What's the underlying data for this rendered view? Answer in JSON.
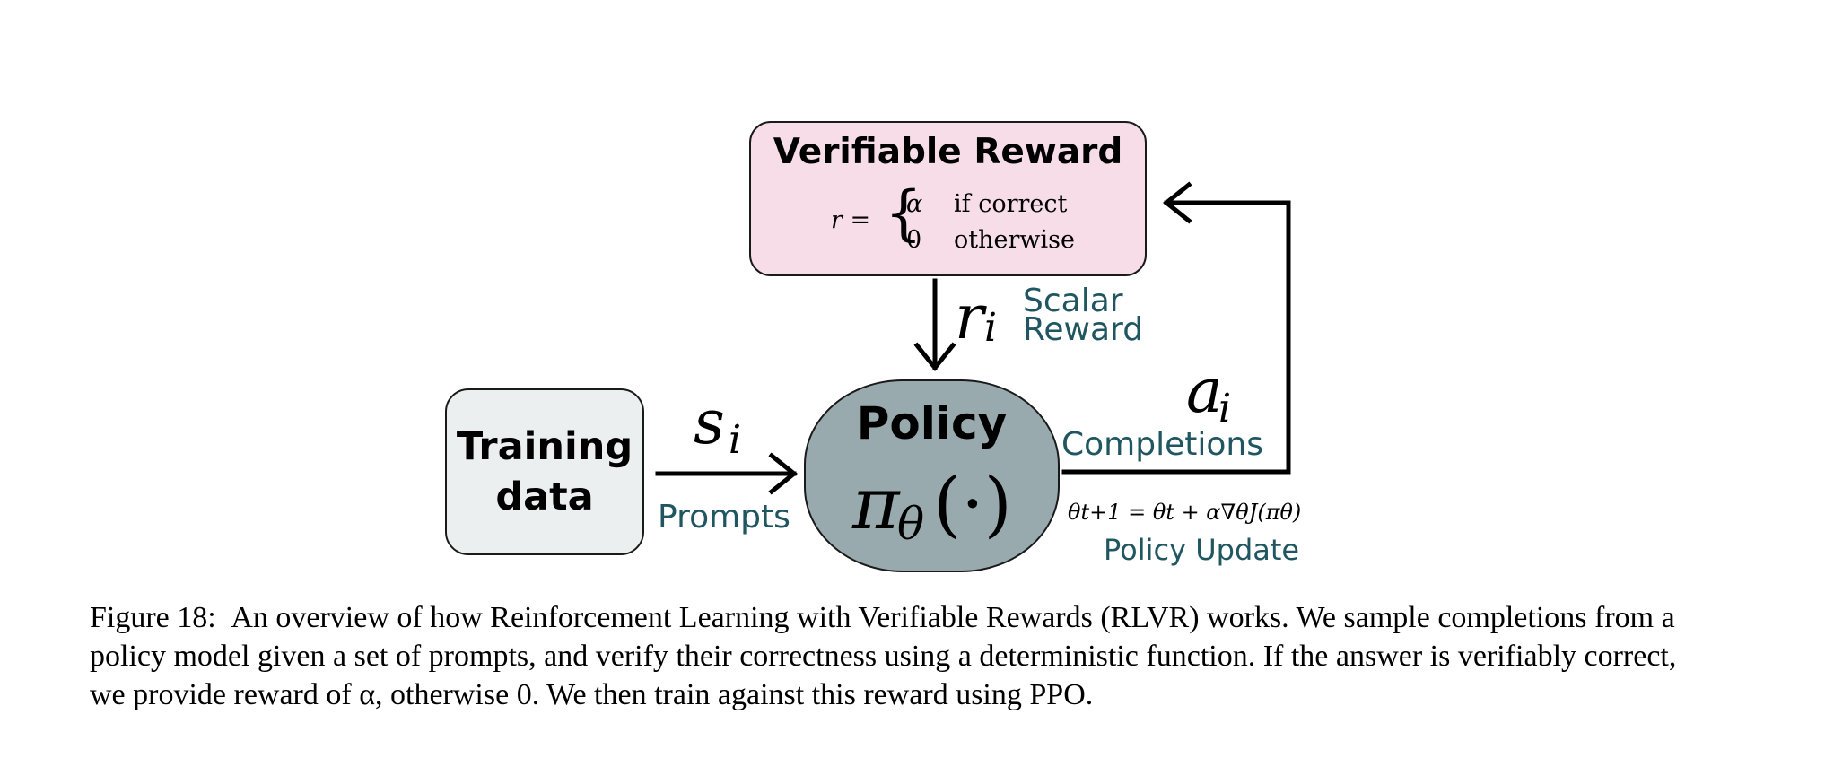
{
  "diagram": {
    "verifiable_reward": {
      "title": "Verifiable Reward",
      "formula_lhs": "r =",
      "brace": "{",
      "case_correct_value": "α",
      "case_correct_condition": "if correct",
      "case_otherwise_value": "0",
      "case_otherwise_condition": "otherwise"
    },
    "training_data": {
      "label": "Training data"
    },
    "policy": {
      "title": "Policy",
      "symbol": "π",
      "subscript": "θ",
      "argument": "(·)"
    },
    "prompt_edge": {
      "symbol": "s",
      "subscript": "i",
      "label": "Prompts"
    },
    "reward_edge": {
      "symbol": "r",
      "subscript": "i",
      "label": "Scalar Reward"
    },
    "completion_edge": {
      "symbol": "a",
      "subscript": "i",
      "label": "Completions"
    },
    "policy_update": {
      "equation": "θt+1 = θt + α∇θJ(πθ)",
      "label": "Policy Update"
    }
  },
  "caption": {
    "number": "Figure 18:",
    "text": "An overview of how Reinforcement Learning with Verifiable Rewards (RLVR) works. We sample completions from a policy model given a set of prompts, and verify their correctness using a deterministic function. If the answer is verifiably correct, we provide reward of α, otherwise 0. We then train against this reward using PPO."
  }
}
